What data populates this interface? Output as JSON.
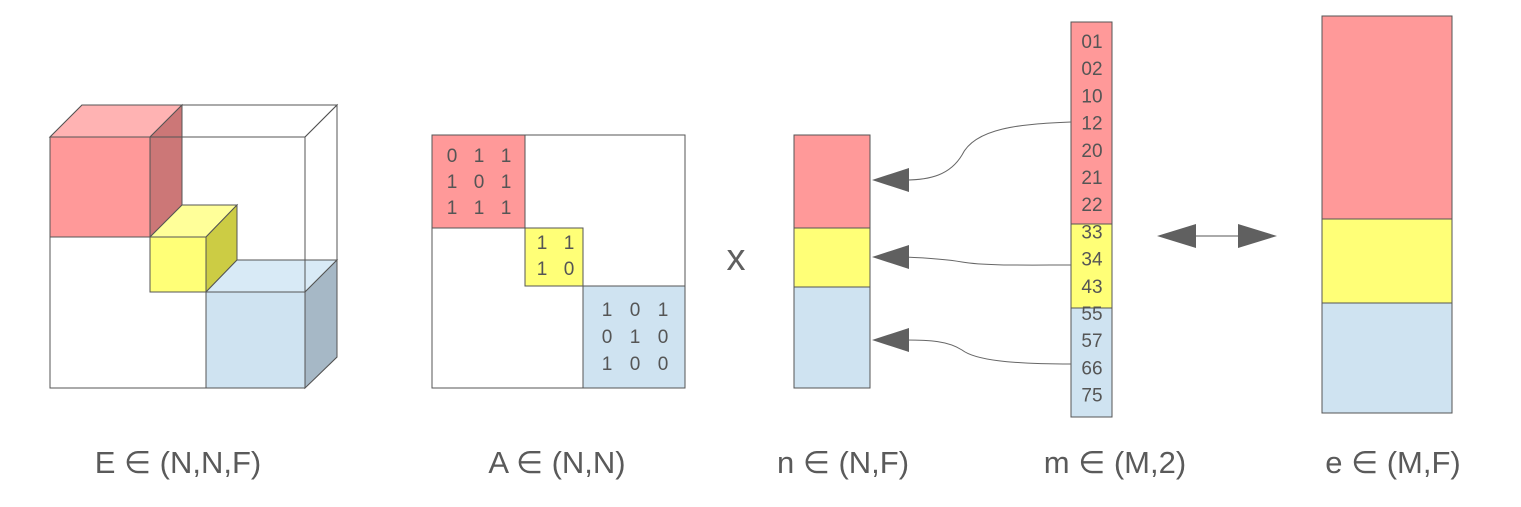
{
  "colors": {
    "red": "#ff9999",
    "red_dark": "#cc7777",
    "red_top": "#ffb3b3",
    "yellow": "#ffff77",
    "yellow_dark": "#cccc44",
    "yellow_top": "#ffff99",
    "blue": "#cfe3f1",
    "blue_dark": "#a6b8c6",
    "blue_top": "#d8eaf6",
    "outline": "#555555",
    "arrow": "#606060"
  },
  "labels": {
    "E": "E ∈ (N,N,F)",
    "A": "A ∈ (N,N)",
    "n": "n ∈ (N,F)",
    "m": "m ∈ (M,2)",
    "e": "e ∈ (M,F)"
  },
  "operator": "x",
  "matrix_A": {
    "red_rows": [
      "0 1 1",
      "1 0 1",
      "1 1 1"
    ],
    "yellow_rows": [
      "1 1",
      "1 0"
    ],
    "blue_rows": [
      "1 0 1",
      "0 1 0",
      "1 0 0"
    ]
  },
  "index_list": {
    "red": [
      "01",
      "02",
      "10",
      "12",
      "20",
      "21",
      "22"
    ],
    "yellow": [
      "33",
      "34",
      "43"
    ],
    "blue": [
      "55",
      "57",
      "66",
      "75"
    ]
  },
  "icons": {
    "gather_arrow": "arrow-left-icon",
    "equivalence": "double-arrow-icon"
  }
}
